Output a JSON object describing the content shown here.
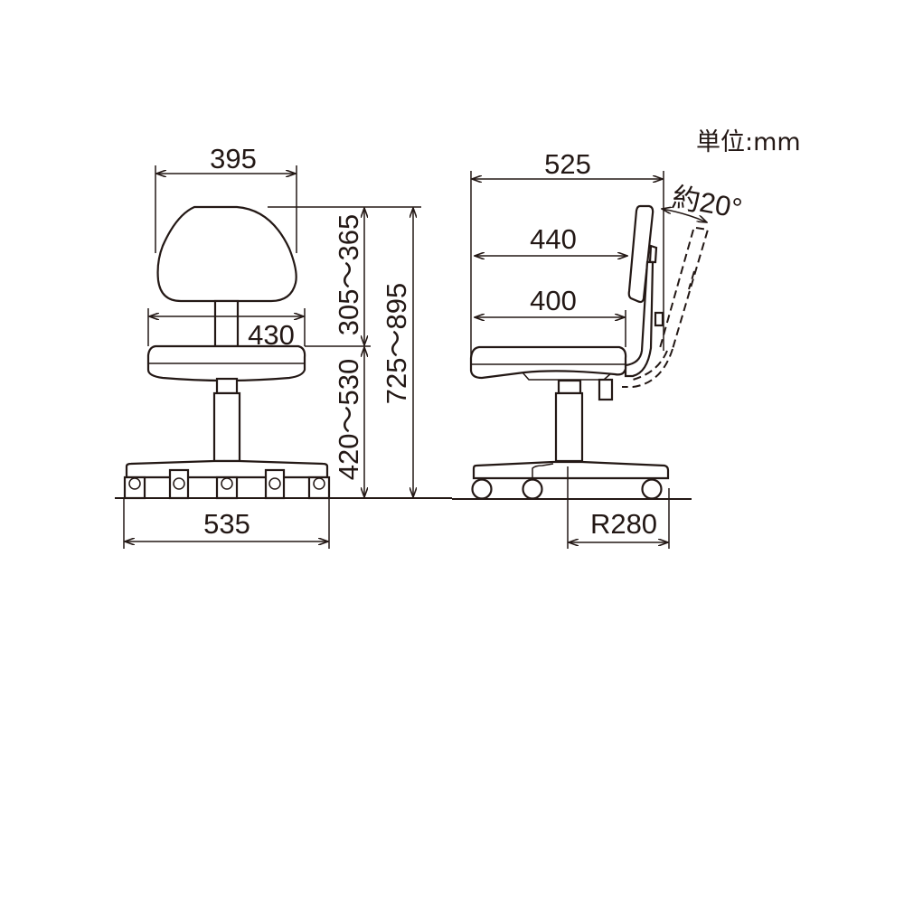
{
  "unit_label": "単位:mm",
  "front_view": {
    "backrest_width": "395",
    "seat_width": "430",
    "base_width": "535",
    "backrest_height": "305～365",
    "seat_height": "420～530",
    "overall_height": "725～895"
  },
  "side_view": {
    "overall_depth": "525",
    "seat_to_backrest_depth": "440",
    "seat_depth": "400",
    "base_radius": "R280",
    "recline_angle": "約20°"
  },
  "colors": {
    "line": "#231815",
    "background": "#ffffff"
  }
}
